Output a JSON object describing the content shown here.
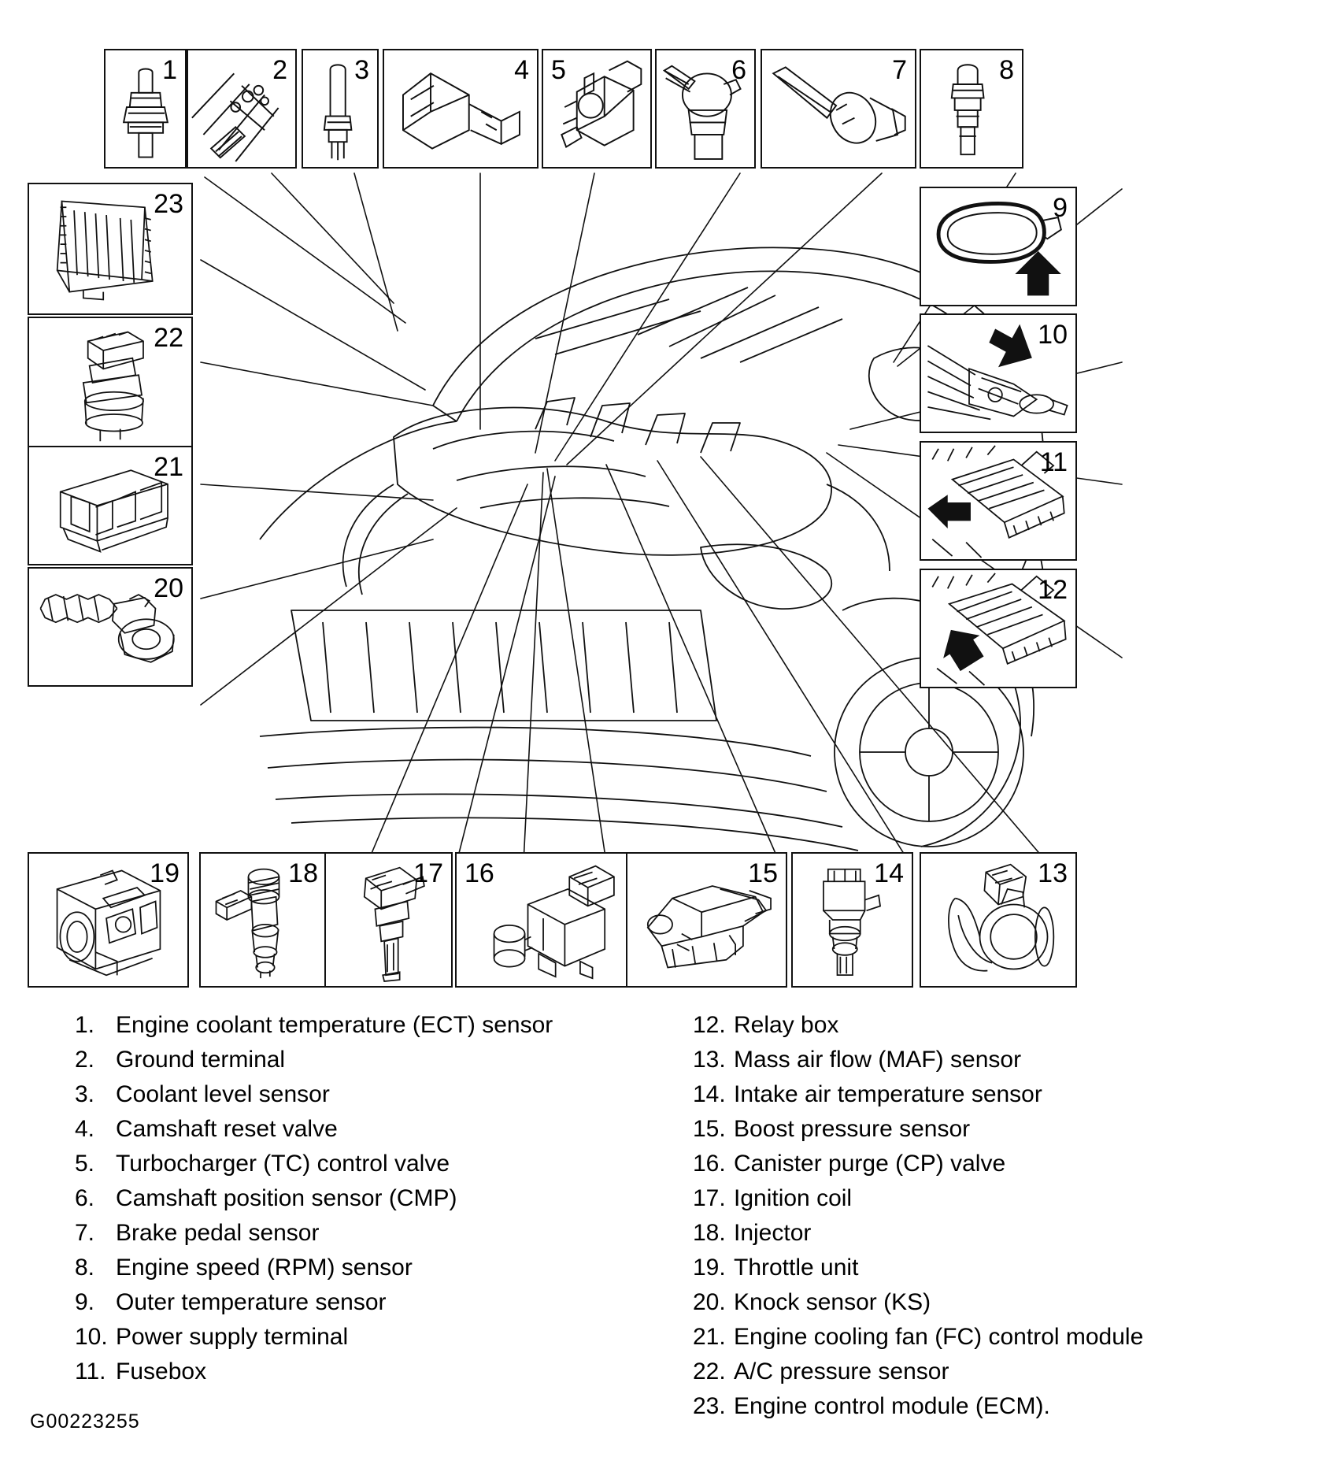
{
  "figure": {
    "id_code": "G00223255",
    "title": "Engine component location diagram"
  },
  "callout_boxes": [
    {
      "n": "1",
      "name": "engine-coolant-temperature-sensor",
      "num_side": "right"
    },
    {
      "n": "2",
      "name": "ground-terminal",
      "num_side": "right"
    },
    {
      "n": "3",
      "name": "coolant-level-sensor",
      "num_side": "right"
    },
    {
      "n": "4",
      "name": "camshaft-reset-valve",
      "num_side": "right"
    },
    {
      "n": "5",
      "name": "turbocharger-control-valve",
      "num_side": "left"
    },
    {
      "n": "6",
      "name": "camshaft-position-sensor",
      "num_side": "right"
    },
    {
      "n": "7",
      "name": "brake-pedal-sensor",
      "num_side": "right"
    },
    {
      "n": "8",
      "name": "engine-speed-sensor",
      "num_side": "right"
    },
    {
      "n": "9",
      "name": "outer-temperature-sensor",
      "num_side": "right"
    },
    {
      "n": "10",
      "name": "power-supply-terminal",
      "num_side": "right"
    },
    {
      "n": "11",
      "name": "fusebox",
      "num_side": "right"
    },
    {
      "n": "12",
      "name": "relay-box",
      "num_side": "right"
    },
    {
      "n": "13",
      "name": "mass-air-flow-sensor",
      "num_side": "right"
    },
    {
      "n": "14",
      "name": "intake-air-temperature-sensor",
      "num_side": "right"
    },
    {
      "n": "15",
      "name": "boost-pressure-sensor",
      "num_side": "right"
    },
    {
      "n": "16",
      "name": "canister-purge-valve",
      "num_side": "left"
    },
    {
      "n": "17",
      "name": "ignition-coil",
      "num_side": "right"
    },
    {
      "n": "18",
      "name": "injector",
      "num_side": "right"
    },
    {
      "n": "19",
      "name": "throttle-unit",
      "num_side": "right"
    },
    {
      "n": "20",
      "name": "knock-sensor",
      "num_side": "right"
    },
    {
      "n": "21",
      "name": "engine-cooling-fan-control-module",
      "num_side": "right"
    },
    {
      "n": "22",
      "name": "ac-pressure-sensor",
      "num_side": "right"
    },
    {
      "n": "23",
      "name": "engine-control-module",
      "num_side": "right"
    }
  ],
  "legend": {
    "left_column": [
      {
        "num": "1.",
        "text": "Engine coolant temperature (ECT) sensor"
      },
      {
        "num": "2.",
        "text": "Ground terminal"
      },
      {
        "num": "3.",
        "text": "Coolant level sensor"
      },
      {
        "num": "4.",
        "text": "Camshaft reset valve"
      },
      {
        "num": "5.",
        "text": "Turbocharger (TC) control valve"
      },
      {
        "num": "6.",
        "text": "Camshaft position sensor (CMP)"
      },
      {
        "num": "7.",
        "text": "Brake pedal sensor"
      },
      {
        "num": "8.",
        "text": "Engine speed (RPM) sensor"
      },
      {
        "num": "9.",
        "text": "Outer temperature sensor"
      },
      {
        "num": "10.",
        "text": "Power supply terminal"
      },
      {
        "num": "11.",
        "text": "Fusebox"
      }
    ],
    "right_column": [
      {
        "num": "12.",
        "text": "Relay box"
      },
      {
        "num": "13.",
        "text": "Mass air flow (MAF) sensor"
      },
      {
        "num": "14.",
        "text": "Intake air temperature sensor"
      },
      {
        "num": "15.",
        "text": "Boost pressure sensor"
      },
      {
        "num": "16.",
        "text": "Canister purge (CP) valve"
      },
      {
        "num": "17.",
        "text": "Ignition coil"
      },
      {
        "num": "18.",
        "text": "Injector"
      },
      {
        "num": "19.",
        "text": "Throttle unit"
      },
      {
        "num": "20.",
        "text": "Knock sensor (KS)"
      },
      {
        "num": "21.",
        "text": "Engine cooling fan (FC) control module"
      },
      {
        "num": "22.",
        "text": "A/C pressure sensor"
      },
      {
        "num": "23.",
        "text": "Engine control module (ECM)."
      }
    ]
  },
  "colors": {
    "line": "#111111",
    "background": "#ffffff"
  }
}
